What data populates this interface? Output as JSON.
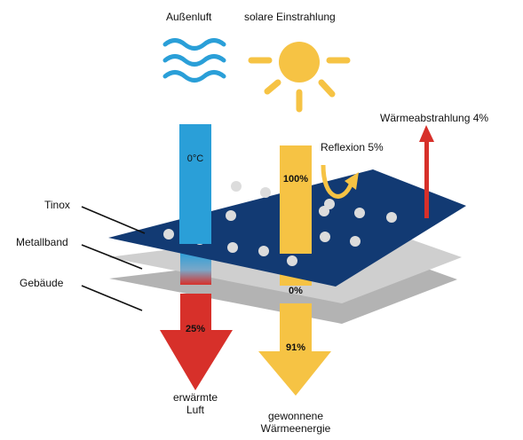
{
  "labels": {
    "outside_air": "Außenluft",
    "solar_radiation": "solare Einstrahlung",
    "heat_emission": "Wärmeabstrahlung 4%",
    "reflection": "Reflexion 5%",
    "layer_tinox": "Tinox",
    "layer_metal_strip": "Metallband",
    "layer_building": "Gebäude",
    "air_in_temp": "0°C",
    "solar_in_pct": "100%",
    "solar_mid_pct": "0%",
    "air_out_pct": "25%",
    "solar_out_pct": "91%",
    "out_air_line1": "erwärmte",
    "out_air_line2": "Luft",
    "out_energy_line1": "gewonnene",
    "out_energy_line2": "Wärmeenergie"
  },
  "colors": {
    "wave_blue": "#2a9fd8",
    "sun_yellow": "#f6c344",
    "arrow_red": "#d7302a",
    "tinox_navy": "#123a73",
    "metal_gray": "#c9c9c9",
    "building_gray": "#b3b3b3"
  },
  "icons": [
    "wind-waves-icon",
    "sun-icon",
    "reflection-arrow-icon",
    "heat-emission-arrow-icon"
  ]
}
